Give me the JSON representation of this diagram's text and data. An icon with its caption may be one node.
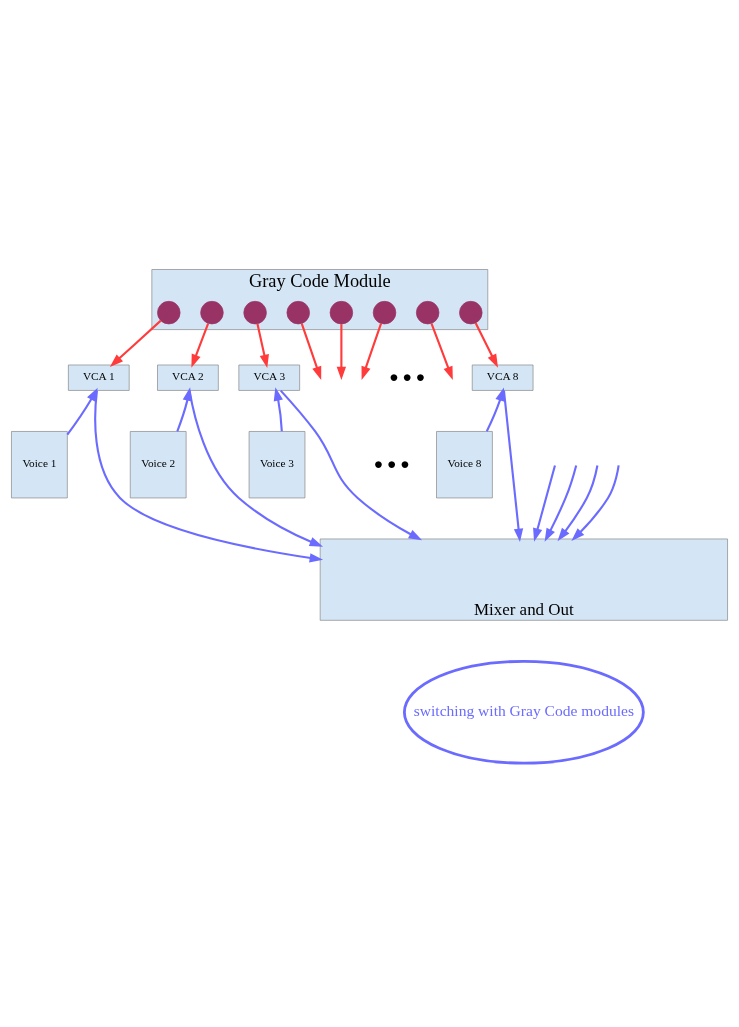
{
  "diagram": {
    "nodes": [
      {
        "text": [
          "Gray Code Module"
        ]
      },
      {
        "text": [],
        "shape": "circle",
        "in": 0
      },
      {
        "text": [],
        "shape": "circle",
        "in": 0
      },
      {
        "text": [],
        "shape": "circle",
        "in": 0
      },
      {
        "text": [],
        "shape": "circle",
        "in": 0
      },
      {
        "text": [],
        "shape": "circle",
        "in": 0
      },
      {
        "text": [],
        "shape": "circle",
        "in": 0
      },
      {
        "text": [],
        "shape": "circle",
        "in": 0
      },
      {
        "text": [],
        "shape": "circle",
        "in": 0
      },
      {
        "text": [
          "VCA 1"
        ]
      },
      {
        "text": [
          "VCA 2"
        ]
      },
      {
        "text": [
          "VCA 3"
        ]
      },
      {
        "text": [
          "VCA 8"
        ]
      },
      {
        "text": [
          "Voice 1"
        ]
      },
      {
        "text": [
          "Voice 2"
        ]
      },
      {
        "text": [
          "Voice 3"
        ]
      },
      {
        "text": [
          "Voice 8"
        ]
      },
      {
        "text": [
          "Mixer and Out"
        ]
      },
      {
        "text": [
          "switching with Gray Code modules"
        ]
      }
    ],
    "edges": [
      {
        "from": 1,
        "to": 9,
        "arrow": "to",
        "color": "#ff3b3b"
      },
      {
        "from": 2,
        "to": 10,
        "arrow": "to",
        "color": "#ff3b3b"
      },
      {
        "from": 3,
        "to": 11,
        "arrow": "to",
        "color": "#ff3b3b"
      },
      {
        "from": 4,
        "to": null,
        "arrow": "to",
        "color": "#ff3b3b"
      },
      {
        "from": 5,
        "to": null,
        "arrow": "to",
        "color": "#ff3b3b"
      },
      {
        "from": 6,
        "to": null,
        "arrow": "to",
        "color": "#ff3b3b"
      },
      {
        "from": 7,
        "to": null,
        "arrow": "to",
        "color": "#ff3b3b"
      },
      {
        "from": 8,
        "to": 12,
        "arrow": "to",
        "color": "#ff3b3b"
      },
      {
        "from": 13,
        "to": 9,
        "arrow": "to"
      },
      {
        "from": 14,
        "to": 10,
        "arrow": "to"
      },
      {
        "from": 15,
        "to": 11,
        "arrow": "to"
      },
      {
        "from": 16,
        "to": 12,
        "arrow": "to"
      },
      {
        "from": 9,
        "to": 17,
        "arrow": "to"
      },
      {
        "from": 10,
        "to": 17,
        "arrow": "to"
      },
      {
        "from": 11,
        "to": 17,
        "arrow": "to"
      },
      {
        "from": null,
        "to": 17,
        "arrow": "to"
      },
      {
        "from": null,
        "to": 17,
        "arrow": "to"
      },
      {
        "from": null,
        "to": 17,
        "arrow": "to"
      },
      {
        "from": null,
        "to": 17,
        "arrow": "to"
      },
      {
        "from": 12,
        "to": 17,
        "arrow": "to"
      }
    ],
    "labels": [
      "● ● ●",
      "● ● ●"
    ]
  }
}
